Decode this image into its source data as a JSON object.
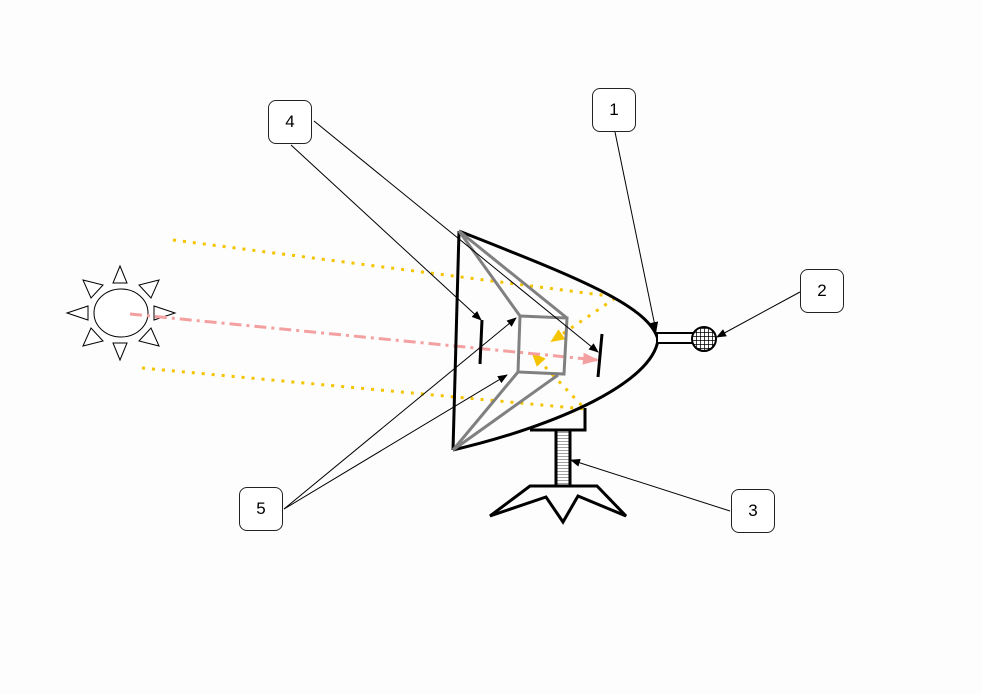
{
  "diagram": {
    "callouts": [
      {
        "id": "1",
        "label": "1"
      },
      {
        "id": "2",
        "label": "2"
      },
      {
        "id": "3",
        "label": "3"
      },
      {
        "id": "4",
        "label": "4"
      },
      {
        "id": "5",
        "label": "5"
      }
    ],
    "colors": {
      "ray_reflected": "#f5c400",
      "ray_center": "#f4a0a0",
      "frame": "#808080",
      "outline": "#000000"
    }
  }
}
